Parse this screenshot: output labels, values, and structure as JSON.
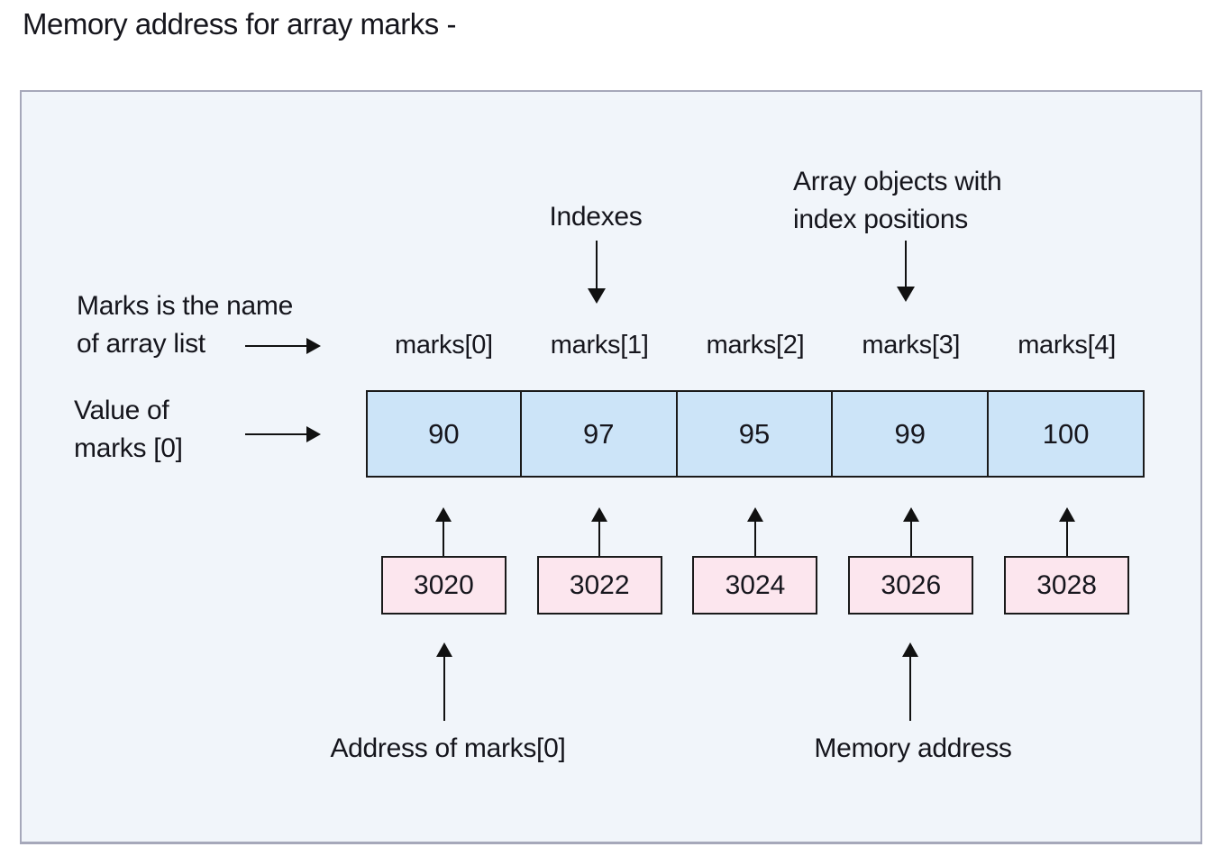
{
  "title": "Memory address for array marks -",
  "colors": {
    "panel_background": "#f1f5fa",
    "panel_border": "#a6a8ba",
    "cell_fill": "#cce4f8",
    "cell_border": "#1a1a1a",
    "address_fill": "#fce6ee",
    "address_border": "#1a1a1a",
    "arrow": "#111111",
    "text": "#15151c"
  },
  "annotations": {
    "indexes": "Indexes",
    "array_objects_line1": "Array objects with",
    "array_objects_line2": "index positions",
    "marks_name_line1": "Marks is the name",
    "marks_name_line2": "of array list",
    "value_line1": "Value of",
    "value_line2": "marks [0]",
    "address_of": "Address of marks[0]",
    "memory_address": "Memory address"
  },
  "array": {
    "name": "marks",
    "labels": [
      "marks[0]",
      "marks[1]",
      "marks[2]",
      "marks[3]",
      "marks[4]"
    ],
    "values": [
      "90",
      "97",
      "95",
      "99",
      "100"
    ],
    "addresses": [
      "3020",
      "3022",
      "3024",
      "3026",
      "3028"
    ]
  }
}
